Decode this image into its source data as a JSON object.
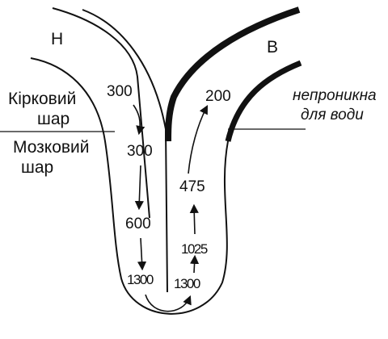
{
  "diagram": {
    "limb_labels": {
      "descending": "Н",
      "ascending": "В"
    },
    "zones": {
      "cortex": "Кірковий шар",
      "medulla": "Мозковий шар"
    },
    "annotation": {
      "line1": "непроникна",
      "line2": "для води"
    },
    "descending_values": [
      "300",
      "300",
      "600",
      "1300"
    ],
    "ascending_values": [
      "1300",
      "1025",
      "475",
      "200"
    ],
    "ascending_wall": "impermeable to water (thick line)"
  }
}
